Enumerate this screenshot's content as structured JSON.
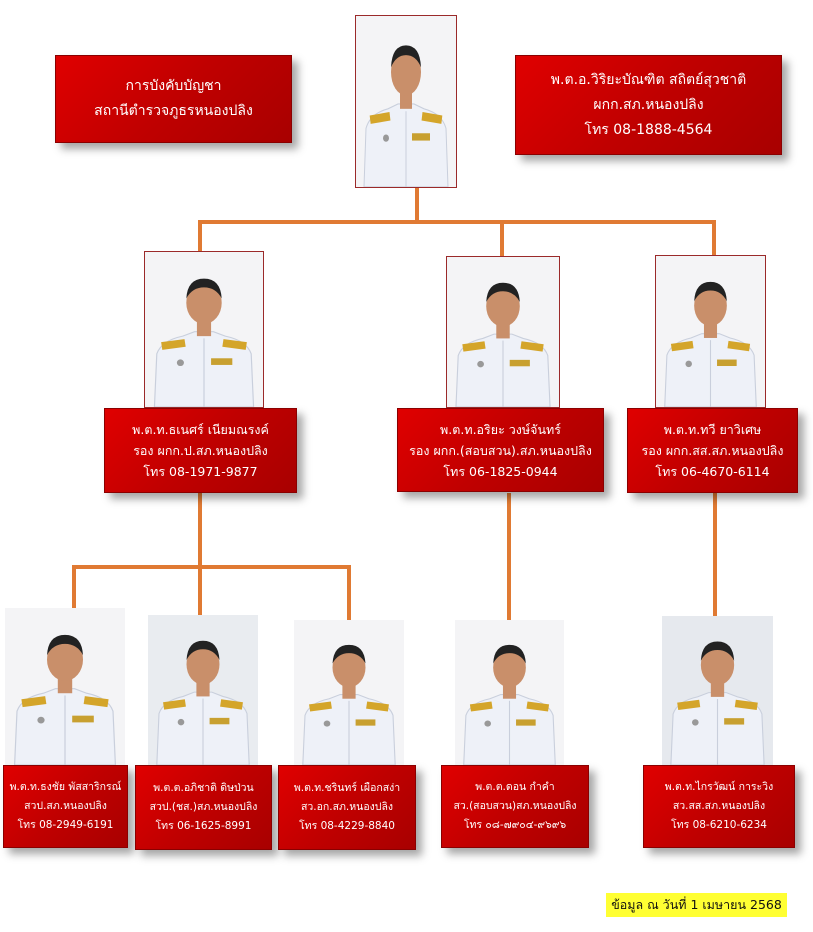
{
  "unit_box": {
    "line1": "การบังคับบัญชา",
    "line2": "สถานีตำรวจภูธรหนองปลิง"
  },
  "commander": {
    "name": "พ.ต.อ.วิริยะบัณฑิต  สถิตย์สุวชาติ",
    "position": "ผกก.สภ.หนองปลิง",
    "phone": "โทร 08-1888-4564"
  },
  "deputies": [
    {
      "name": "พ.ต.ท.ธเนศร์  เนียมณรงค์",
      "position": "รอง ผกก.ป.สภ.หนองปลิง",
      "phone": "โทร 08-1971-9877"
    },
    {
      "name": "พ.ต.ท.อริยะ  วงษ์จันทร์",
      "position": "รอง ผกก.(สอบสวน).สภ.หนองปลิง",
      "phone": "โทร 06-1825-0944"
    },
    {
      "name": "พ.ต.ท.ทวี  ยาวิเศษ",
      "position": "รอง ผกก.สส.สภ.หนองปลิง",
      "phone": "โทร 06-4670-6114"
    }
  ],
  "inspectors": [
    {
      "name": "พ.ต.ท.ธงชัย  พัสสาริกรณ์",
      "position": "สวป.สภ.หนองปลิง",
      "phone": "โทร 08-2949-6191"
    },
    {
      "name": "พ.ต.ต.อภิชาติ  ดิษป่วน",
      "position": "สวป.(ชส.)สภ.หนองปลิง",
      "phone": "โทร 06-1625-8991"
    },
    {
      "name": "พ.ต.ท.ชรินทร์  เผือกสง่า",
      "position": "สว.อก.สภ.หนองปลิง",
      "phone": "โทร 08-4229-8840"
    },
    {
      "name": "พ.ต.ต.ดอน  กำคำ",
      "position": "สว.(สอบสวน)สภ.หนองปลิง",
      "phone": "โทร ๐๘-๗๙๐๔-๙๖๙๖"
    },
    {
      "name": "พ.ต.ท.ไกรวัฒน์  การะวิง",
      "position": "สว.สส.สภ.หนองปลิง",
      "phone": "โทร 08-6210-6234"
    }
  ],
  "footer": "ข้อมูล ณ วันที่ 1 เมษายน 2568",
  "colors": {
    "box": "#c00000",
    "connector": "#e07a33",
    "highlight": "#ffff33"
  }
}
